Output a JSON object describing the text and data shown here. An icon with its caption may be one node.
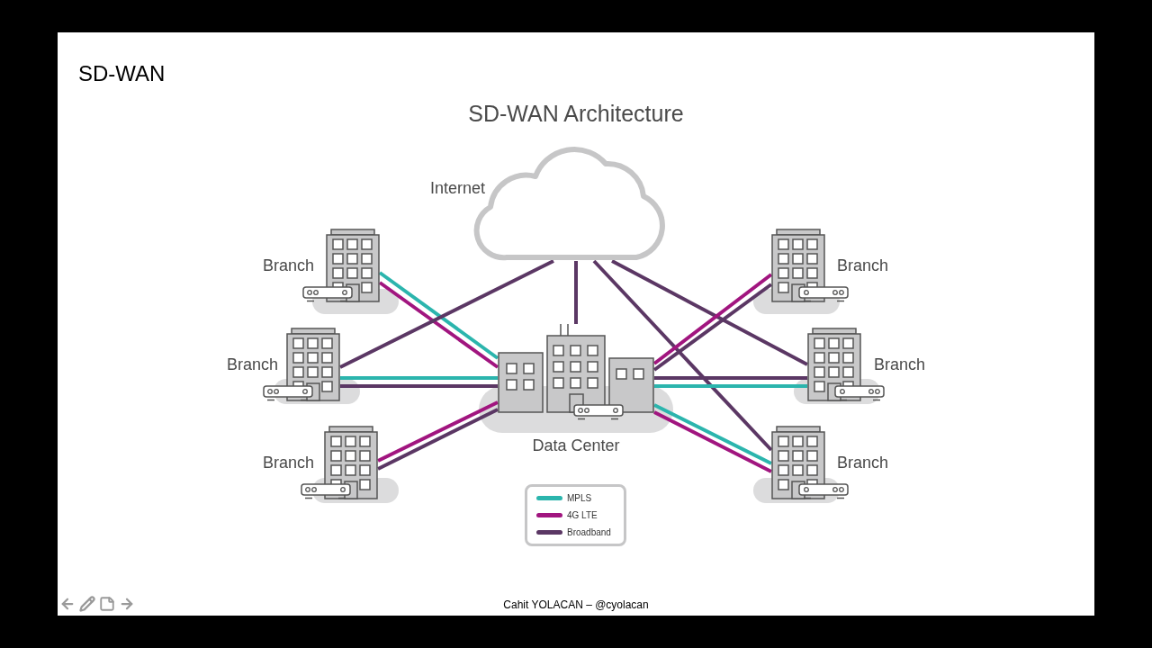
{
  "diagram": {
    "title": "SD-WAN Architecture",
    "nodes": [
      {
        "text": [
          "Internet"
        ]
      },
      {
        "text": [
          "Branch"
        ]
      },
      {
        "text": [
          "Branch"
        ]
      },
      {
        "text": [
          "Branch"
        ]
      },
      {
        "text": [
          "Data Center"
        ]
      },
      {
        "text": [
          "Branch"
        ]
      },
      {
        "text": [
          "Branch"
        ]
      },
      {
        "text": [
          "Branch"
        ]
      }
    ],
    "edges": [
      {
        "from": 1,
        "to": 4,
        "arrow": "none",
        "color": "#2bb5ad"
      },
      {
        "from": 1,
        "to": 4,
        "arrow": "none",
        "color": "#a1157f"
      },
      {
        "from": 2,
        "to": 0,
        "arrow": "none",
        "color": "#5b3764"
      },
      {
        "from": 2,
        "to": 4,
        "arrow": "none",
        "color": "#2bb5ad"
      },
      {
        "from": 2,
        "to": 4,
        "arrow": "none",
        "color": "#5b3764"
      },
      {
        "from": 3,
        "to": 4,
        "arrow": "none",
        "color": "#a1157f"
      },
      {
        "from": 3,
        "to": 4,
        "arrow": "none",
        "color": "#5b3764"
      },
      {
        "from": 0,
        "to": 4,
        "arrow": "none",
        "color": "#5b3764"
      },
      {
        "from": 0,
        "to": 7,
        "arrow": "none",
        "color": "#5b3764"
      },
      {
        "from": 0,
        "to": 6,
        "arrow": "none",
        "color": "#5b3764"
      },
      {
        "from": 5,
        "to": 4,
        "arrow": "none",
        "color": "#a1157f"
      },
      {
        "from": 5,
        "to": 4,
        "arrow": "none",
        "color": "#5b3764"
      },
      {
        "from": 6,
        "to": 4,
        "arrow": "none",
        "color": "#5b3764"
      },
      {
        "from": 6,
        "to": 4,
        "arrow": "none",
        "color": "#2bb5ad"
      },
      {
        "from": 7,
        "to": 4,
        "arrow": "none",
        "color": "#2bb5ad"
      },
      {
        "from": 7,
        "to": 4,
        "arrow": "none",
        "color": "#a1157f"
      }
    ],
    "labels": [
      "SD-WAN",
      "Cahit YOLACAN – @cyolacan"
    ],
    "legend": [
      {
        "text": "MPLS",
        "color": "#2bb5ad"
      },
      {
        "text": "4G LTE",
        "color": "#a1157f"
      },
      {
        "text": "Broadband",
        "color": "#5b3764"
      }
    ]
  }
}
